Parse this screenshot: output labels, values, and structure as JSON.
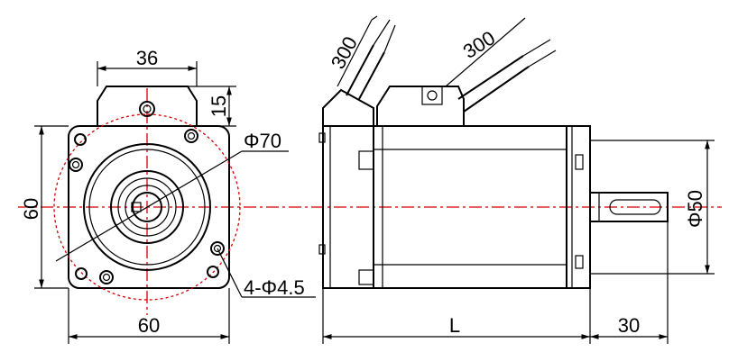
{
  "dimensions": {
    "flange_top_width": "36",
    "cable_box_height": "15",
    "circle_diameter": "Φ70",
    "flange_height": "60",
    "flange_width": "60",
    "mounting_holes": "4-Φ4.5",
    "cable_length_1": "300",
    "cable_length_2": "300",
    "shaft_diameter": "Φ50",
    "body_length": "L",
    "shaft_length": "30"
  },
  "colors": {
    "lines": "#000000",
    "center_lines": "#d40000"
  }
}
